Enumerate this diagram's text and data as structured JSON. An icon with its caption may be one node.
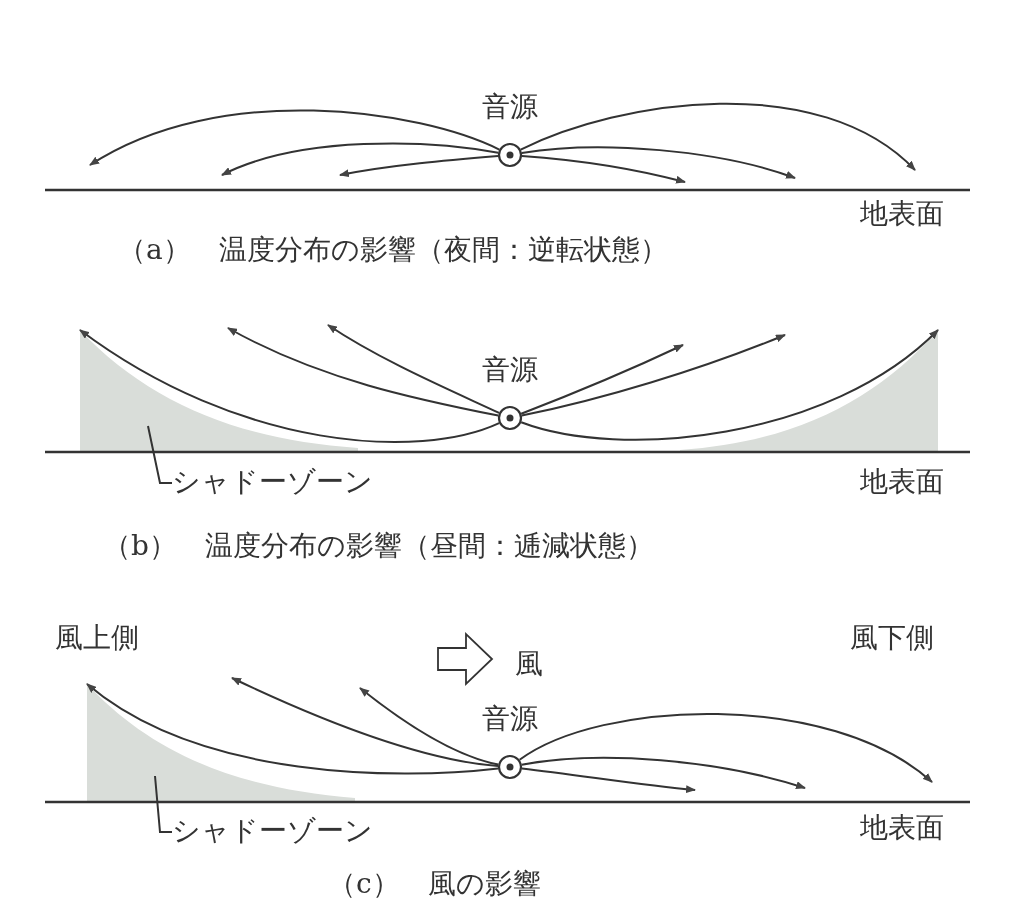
{
  "diagram": {
    "nodes": [
      {
        "text": [
          "音源"
        ]
      },
      {
        "text": [],
        "shape": "region"
      },
      {
        "text": [],
        "shape": "region"
      },
      {
        "text": [
          "音源"
        ]
      },
      {
        "text": [
          "シャドーゾーン"
        ]
      },
      {
        "text": [],
        "shape": "region"
      },
      {
        "text": [
          "音源"
        ]
      },
      {
        "text": [
          "シャドーゾーン"
        ]
      }
    ],
    "edges": [
      {
        "from": 0,
        "to": null,
        "arrow": "to"
      },
      {
        "from": 0,
        "to": null,
        "arrow": "to"
      },
      {
        "from": 0,
        "to": null,
        "arrow": "to"
      },
      {
        "from": 0,
        "to": null,
        "arrow": "to"
      },
      {
        "from": 0,
        "to": null,
        "arrow": "to"
      },
      {
        "from": 0,
        "to": null,
        "arrow": "to"
      },
      {
        "from": 3,
        "to": 1,
        "arrow": "to"
      },
      {
        "from": 3,
        "to": null,
        "arrow": "to"
      },
      {
        "from": 3,
        "to": null,
        "arrow": "to"
      },
      {
        "from": 3,
        "to": null,
        "arrow": "to"
      },
      {
        "from": 3,
        "to": null,
        "arrow": "to"
      },
      {
        "from": 3,
        "to": 2,
        "arrow": "to"
      },
      {
        "from": 6,
        "to": 5,
        "arrow": "to"
      },
      {
        "from": 6,
        "to": null,
        "arrow": "to"
      },
      {
        "from": 6,
        "to": null,
        "arrow": "to"
      },
      {
        "from": 6,
        "to": null,
        "arrow": "to"
      },
      {
        "from": 6,
        "to": null,
        "arrow": "to"
      },
      {
        "from": 6,
        "to": null,
        "arrow": "to"
      },
      {
        "from": 4,
        "to": 1,
        "arrow": "none"
      },
      {
        "from": 7,
        "to": 5,
        "arrow": "none"
      }
    ],
    "labels": [
      "地表面",
      "（a）　温度分布の影響（夜間：逆転状態）",
      "地表面",
      "（b）　温度分布の影響（昼間：逓減状態）",
      "風上側",
      "風",
      "風下側",
      "地表面",
      "（c）　風の影響"
    ]
  }
}
